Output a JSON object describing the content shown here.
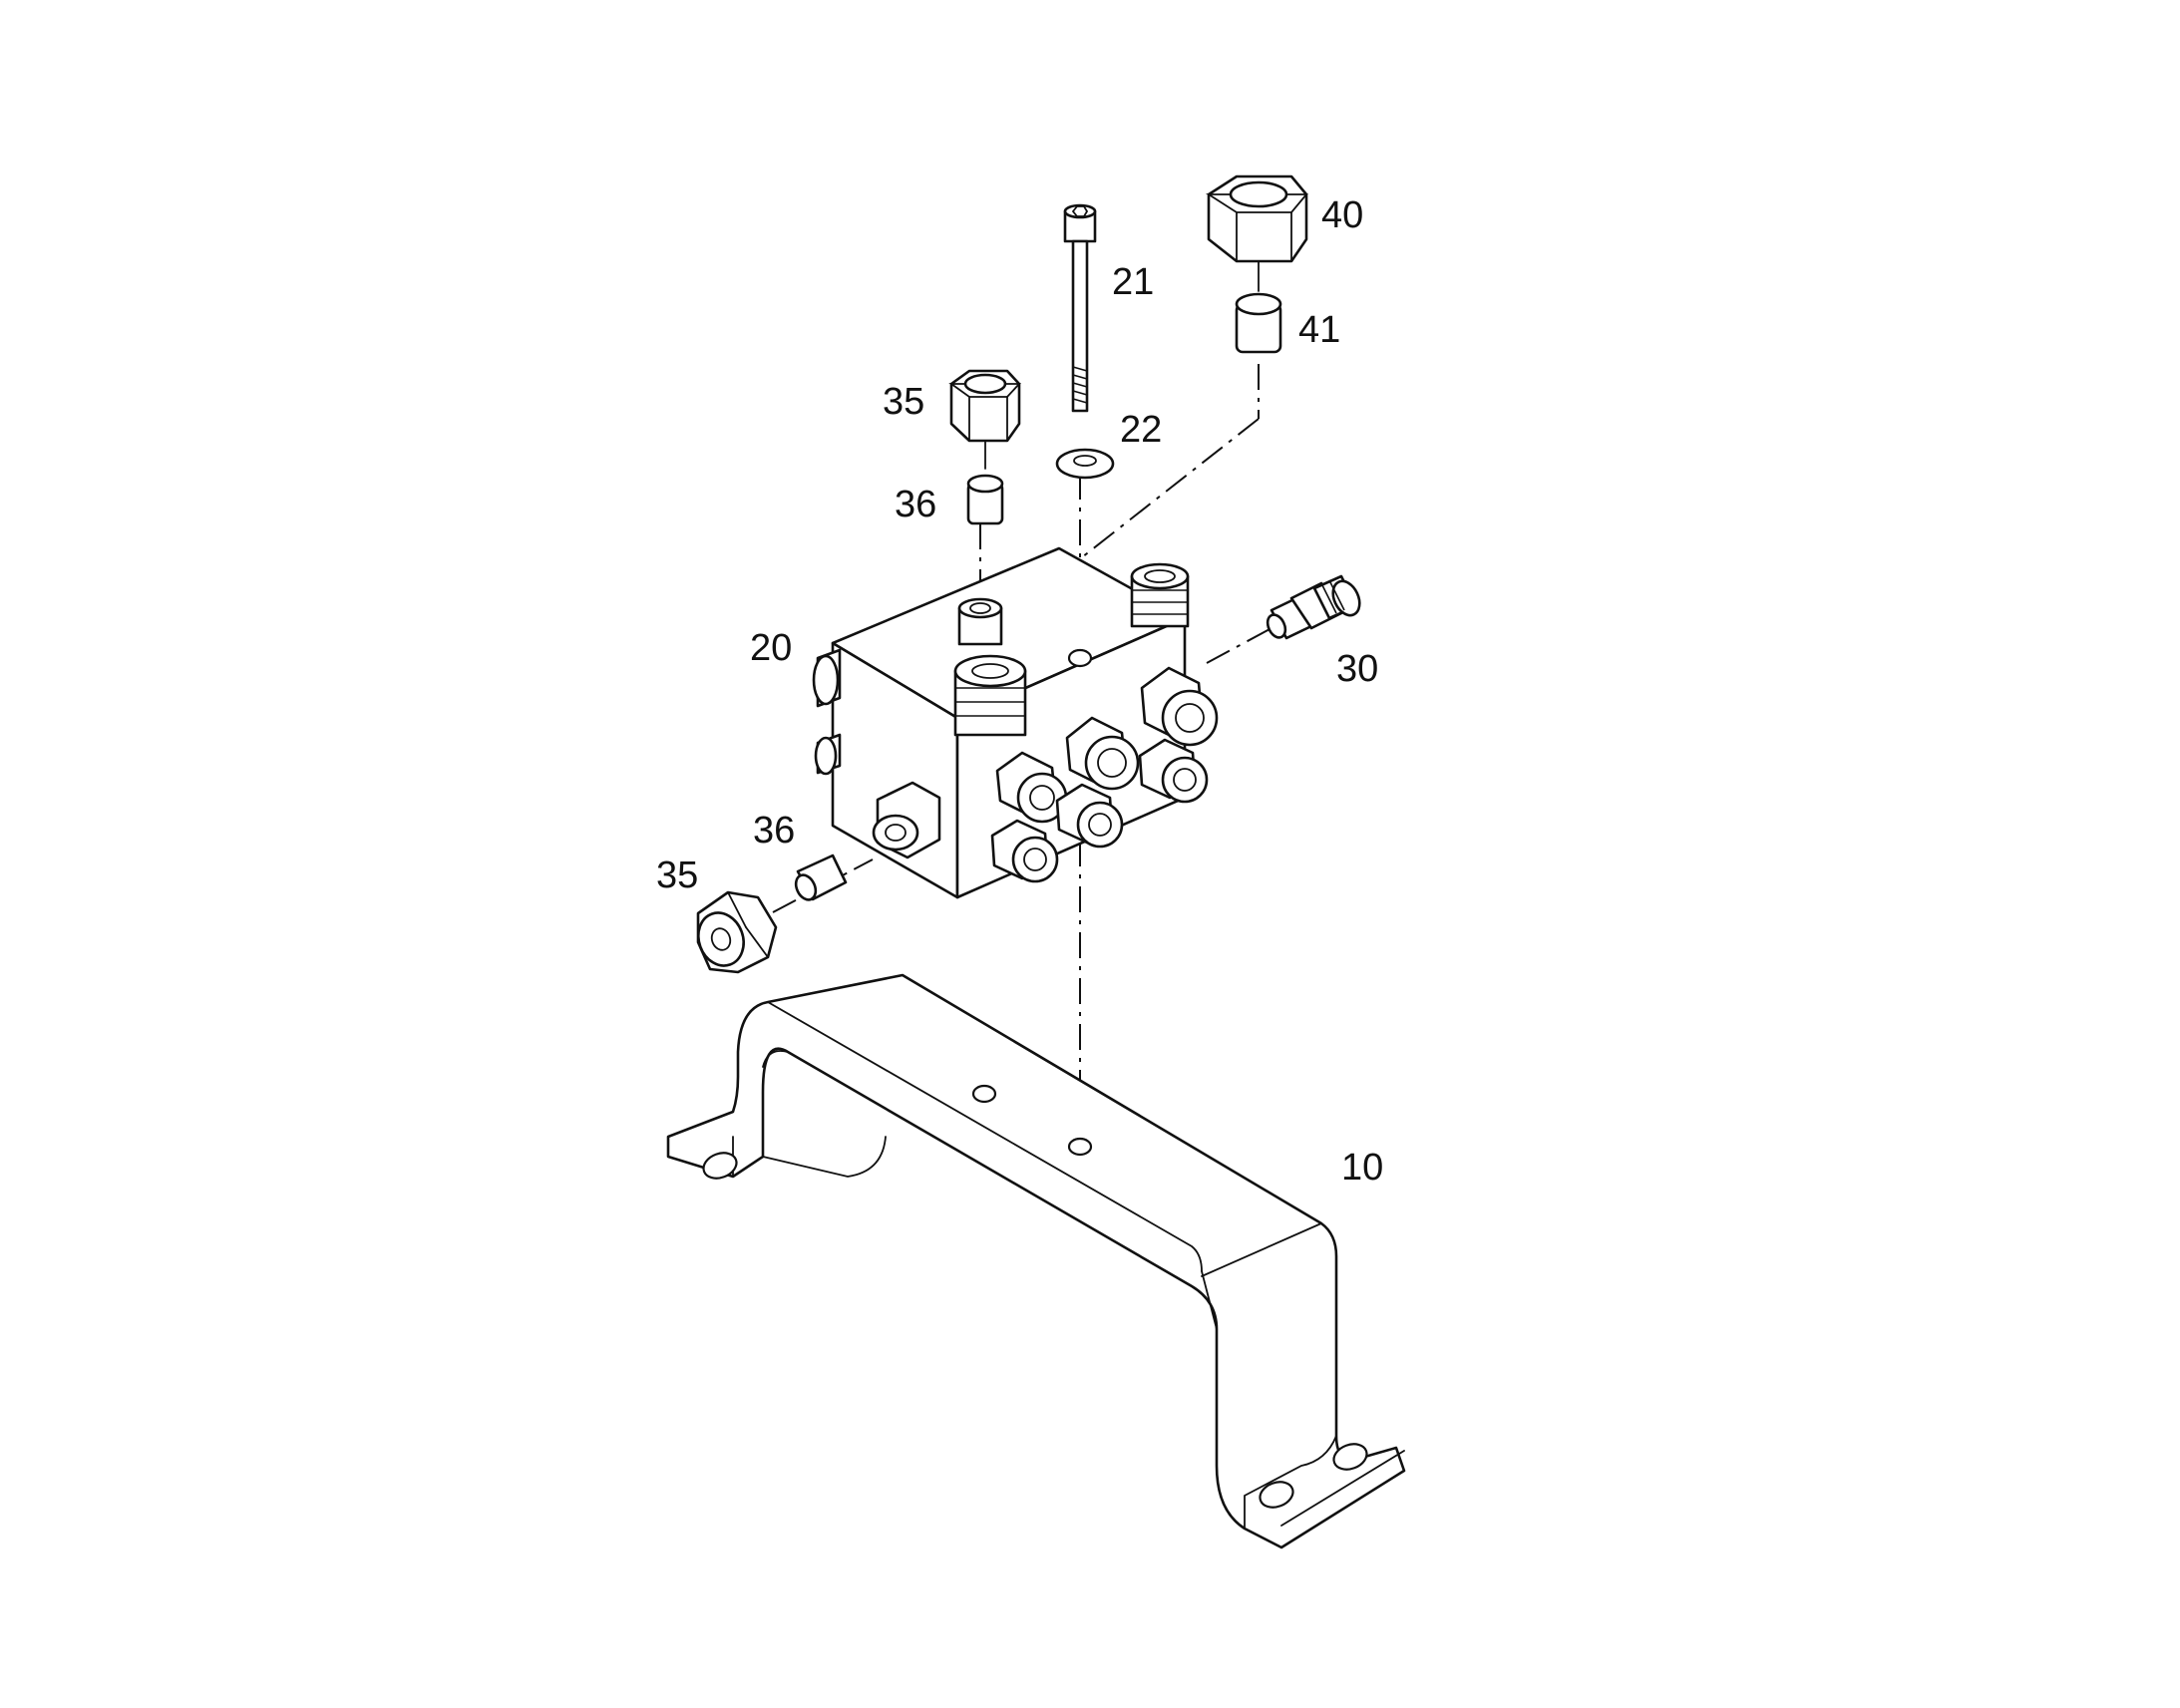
{
  "callouts": {
    "c10": "10",
    "c20": "20",
    "c21": "21",
    "c22": "22",
    "c30": "30",
    "c35_top": "35",
    "c35_bottom": "35",
    "c36_top": "36",
    "c36_bottom": "36",
    "c40": "40",
    "c41": "41"
  }
}
